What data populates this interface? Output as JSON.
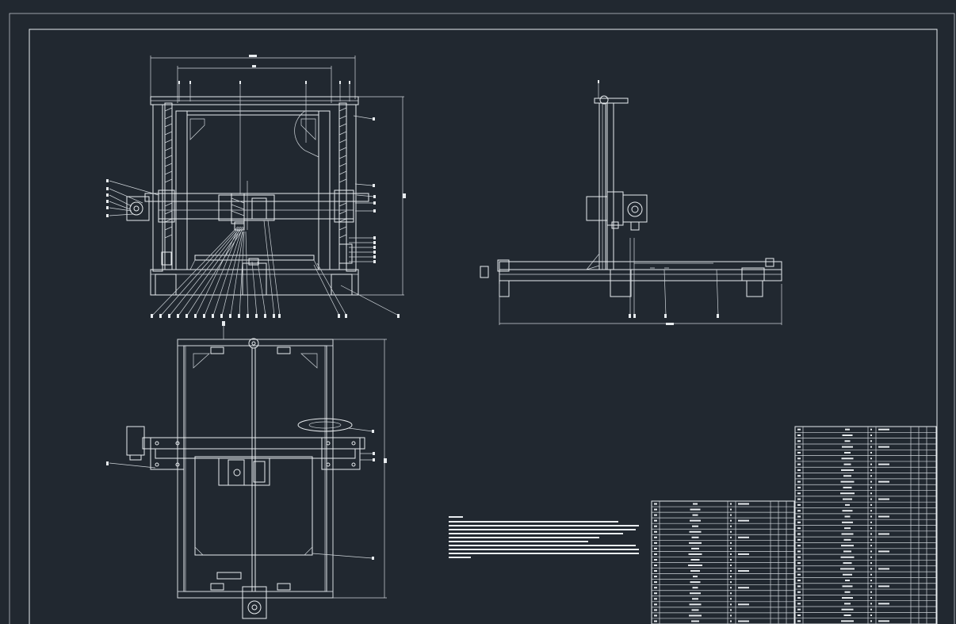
{
  "drawing": {
    "front_view": {
      "balloon_count_bottom": 19,
      "balloon_count_left": 6,
      "balloon_count_right": 11
    },
    "side_view": {
      "balloon_count_bottom": 4
    },
    "top_view": {
      "balloon_count": 6
    },
    "bom_left": {
      "rows": 22,
      "columns": 7
    },
    "bom_right": {
      "rows": 34,
      "columns": 7
    }
  }
}
